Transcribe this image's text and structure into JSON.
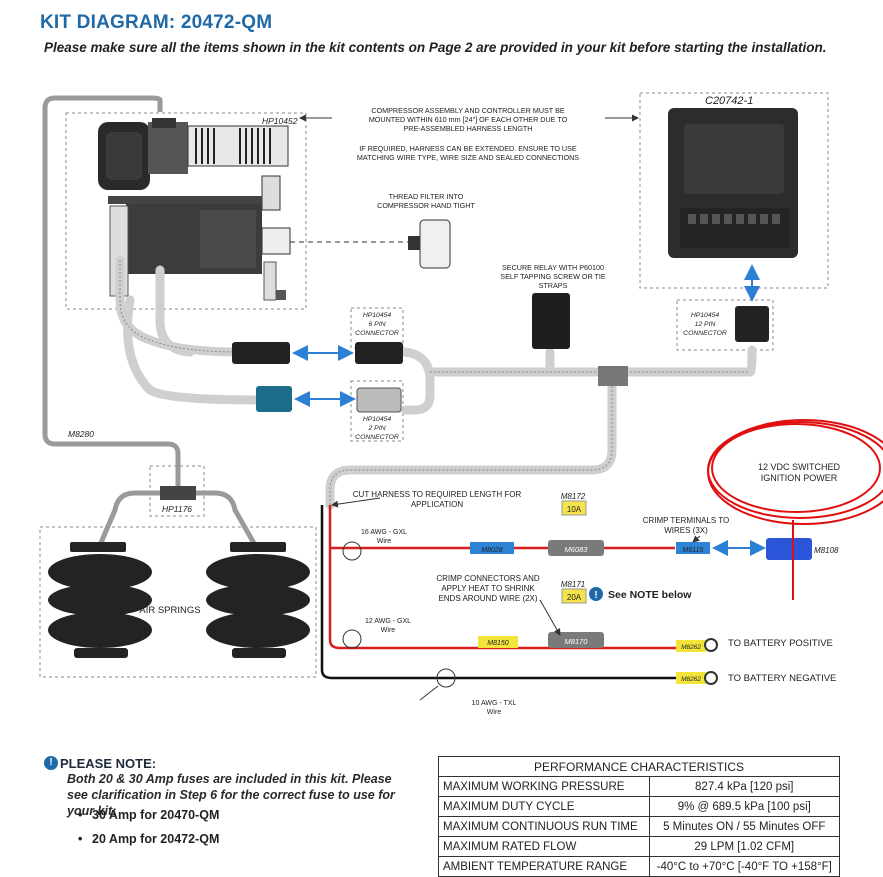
{
  "header": {
    "title": "KIT DIAGRAM: 20472-QM",
    "subtitle": "Please make sure all the items shown in the kit contents on Page 2 are provided in your kit before starting the installation."
  },
  "diagram": {
    "compressor_part": "HP10452",
    "controller_part": "C20742-1",
    "compressor_note_1": "COMPRESSOR ASSEMBLY AND CONTROLLER MUST BE",
    "compressor_note_2": "MOUNTED WITHIN 610 mm [24\"] OF EACH OTHER DUE TO",
    "compressor_note_3": "PRE-ASSEMBLED HARNESS LENGTH",
    "harness_note_1": "IF REQUIRED, HARNESS CAN BE EXTENDED. ENSURE TO USE",
    "harness_note_2": "MATCHING WIRE TYPE, WIRE SIZE AND SEALED CONNECTIONS",
    "thread_filter_1": "THREAD FILTER INTO",
    "thread_filter_2": "COMPRESSOR HAND TIGHT",
    "relay_note_1": "SECURE RELAY WITH P60100",
    "relay_note_2": "SELF TAPPING SCREW OR TIE",
    "relay_note_3": "STRAPS",
    "conn6_1": "HP10454",
    "conn6_2": "6 PIN",
    "conn6_3": "CONNECTOR",
    "conn12_1": "HP10454",
    "conn12_2": "12 PIN",
    "conn12_3": "CONNECTOR",
    "conn2_1": "HP10454",
    "conn2_2": "2 PIN",
    "conn2_3": "CONNECTOR",
    "airline_part": "M8280",
    "tee_part": "HP1176",
    "air_springs": "AIR SPRINGS",
    "cut_harness_1": "CUT HARNESS TO REQUIRED LENGTH FOR",
    "cut_harness_2": "APPLICATION",
    "fuse1_part": "M8172",
    "fuse1_rating": "10A",
    "fuse2_part": "M8171",
    "fuse2_rating": "20A",
    "crimp_terminals_1": "CRIMP TERMINALS TO",
    "crimp_terminals_2": "WIRES (3X)",
    "ignition_1": "12 VDC SWITCHED",
    "ignition_2": "IGNITION POWER",
    "wire16_1": "16 AWG - GXL",
    "wire16_2": "Wire",
    "wire12_1": "12 AWG - GXL",
    "wire12_2": "Wire",
    "wire10_1": "10 AWG - TXL",
    "wire10_2": "Wire",
    "crimp_conn_1": "CRIMP CONNECTORS AND",
    "crimp_conn_2": "APPLY HEAT TO SHRINK",
    "crimp_conn_3": "ENDS AROUND WIRE (2X)",
    "see_note": "See NOTE below",
    "m8028": "M8028",
    "m6083": "M6083",
    "m8115": "M8115",
    "m8108": "M8108",
    "m8150": "M8150",
    "m8170": "M8170",
    "m8262a": "M8262",
    "m8262b": "M8262",
    "battery_pos": "TO BATTERY POSITIVE",
    "battery_neg": "TO BATTERY NEGATIVE"
  },
  "note": {
    "heading": "PLEASE NOTE:",
    "body": "Both 20 & 30 Amp fuses are included in this kit. Please see clarification in Step 6 for the correct fuse to use for your kit:",
    "items": [
      "30 Amp for 20470-QM",
      "20 Amp for 20472-QM"
    ]
  },
  "performance": {
    "heading": "PERFORMANCE CHARACTERISTICS",
    "rows": [
      {
        "label": "MAXIMUM WORKING PRESSURE",
        "value": "827.4 kPa [120 psi]"
      },
      {
        "label": "MAXIMUM DUTY CYCLE",
        "value": "9% @ 689.5 kPa [100 psi]"
      },
      {
        "label": "MAXIMUM CONTINUOUS RUN TIME",
        "value": "5 Minutes ON / 55 Minutes OFF"
      },
      {
        "label": "MAXIMUM RATED FLOW",
        "value": "29 LPM [1.02 CFM]"
      },
      {
        "label": "AMBIENT TEMPERATURE RANGE",
        "value": "-40°C to +70°C [-40°F TO +158°F]"
      }
    ]
  },
  "colors": {
    "title_blue": "#1f6aa6",
    "wire_red": "#d81e1e",
    "annotation_red": "#e01010",
    "arrow_blue": "#2b7fd4"
  }
}
